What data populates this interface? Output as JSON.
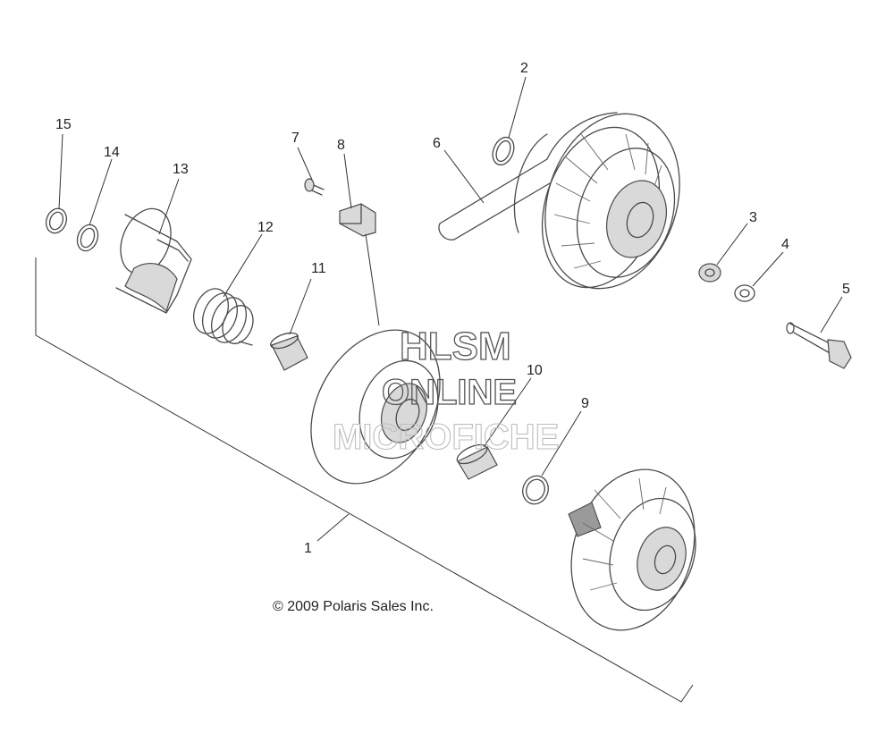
{
  "copyright": "© 2009 Polaris Sales Inc.",
  "watermark": {
    "line1": "HLSM",
    "line2": "ONLINE",
    "line3": "MICROFICHE"
  },
  "callouts": [
    {
      "id": "1",
      "label": "1"
    },
    {
      "id": "2",
      "label": "2"
    },
    {
      "id": "3",
      "label": "3"
    },
    {
      "id": "4",
      "label": "4"
    },
    {
      "id": "5",
      "label": "5"
    },
    {
      "id": "6",
      "label": "6"
    },
    {
      "id": "7",
      "label": "7"
    },
    {
      "id": "8",
      "label": "8"
    },
    {
      "id": "9",
      "label": "9"
    },
    {
      "id": "10",
      "label": "10"
    },
    {
      "id": "11",
      "label": "11"
    },
    {
      "id": "12",
      "label": "12"
    },
    {
      "id": "13",
      "label": "13"
    },
    {
      "id": "14",
      "label": "14"
    },
    {
      "id": "15",
      "label": "15"
    }
  ]
}
